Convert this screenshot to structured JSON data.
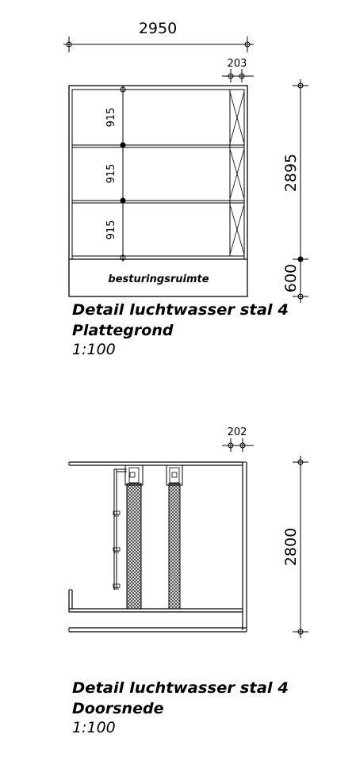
{
  "plan": {
    "dimensions": {
      "total_width": "2950",
      "side_width": "203",
      "section_depth": "915",
      "total_height": "2895",
      "control_room_depth": "600"
    },
    "room_label": "besturingsruimte",
    "caption": {
      "line1": "Detail luchtwasser stal 4",
      "line2": "Plattegrond",
      "scale": "1:100"
    }
  },
  "section": {
    "dimensions": {
      "side_width": "202",
      "height": "2800"
    },
    "caption": {
      "line1": "Detail luchtwasser stal 4",
      "line2": "Doorsnede",
      "scale": "1:100"
    }
  },
  "colors": {
    "line": "#000000",
    "background": "#ffffff",
    "packing_fill": "#888888"
  }
}
